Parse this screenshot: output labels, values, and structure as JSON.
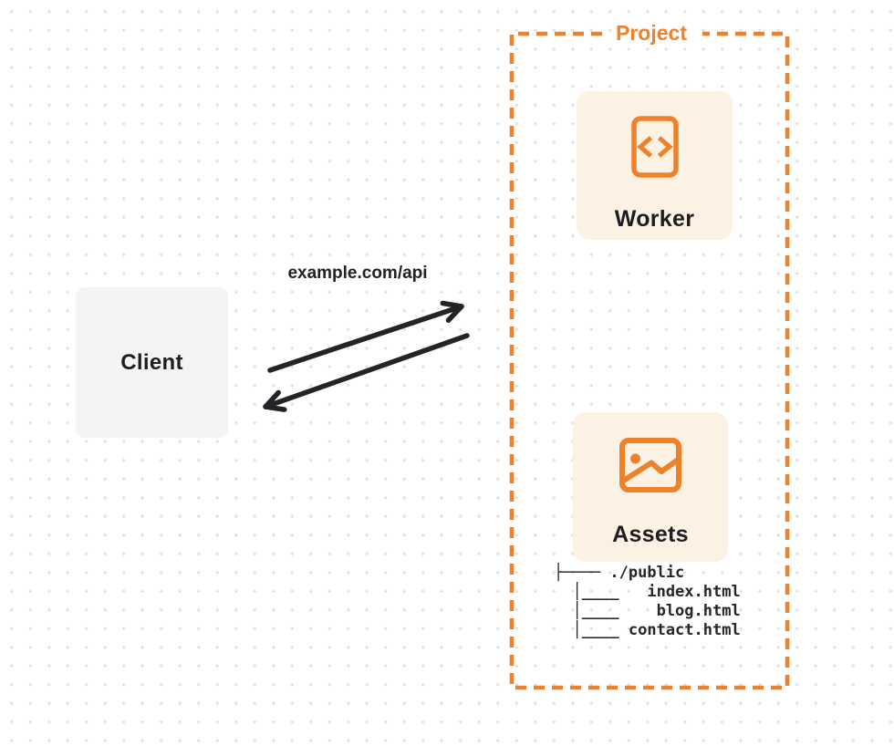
{
  "diagram": {
    "client": {
      "label": "Client"
    },
    "request_label": "example.com/api",
    "project": {
      "label": "Project",
      "worker": {
        "label": "Worker",
        "icon": "code-file-icon"
      },
      "assets": {
        "label": "Assets",
        "icon": "image-icon"
      },
      "file_tree": {
        "root": "./public",
        "files": [
          "index.html",
          "blog.html",
          "contact.html"
        ],
        "tree_text": "├──── ./public\n  │____   index.html\n  │____    blog.html\n  │____ contact.html"
      }
    },
    "colors": {
      "accent_orange": "#EE8129",
      "card_cream": "#FCF2E4",
      "client_gray": "#F4F4F5",
      "ink": "#242428"
    }
  }
}
